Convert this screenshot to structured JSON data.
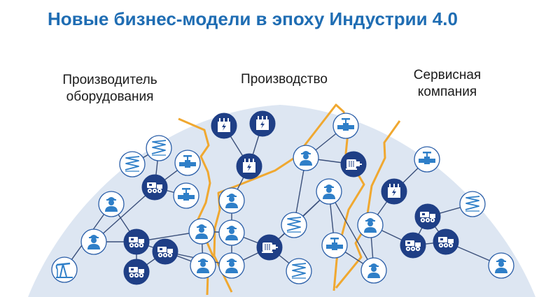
{
  "title": "Новые бизнес-модели в эпоху Индустрии 4.0",
  "headings": {
    "equipment_maker": [
      "Производитель",
      "оборудования"
    ],
    "production": [
      "Производство"
    ],
    "service_company": [
      "Сервисная",
      "компания"
    ]
  },
  "colors": {
    "title": "#1f6db3",
    "dome": "#dde6f2",
    "boundary": "#f0a830",
    "node_light_fill": "#ffffff",
    "node_dark_fill": "#1f3f86",
    "node_border": "#2a5ea8",
    "icon_blue": "#2f7fc8",
    "edge": "#3a4f7a"
  },
  "nodes": [
    {
      "id": "n1",
      "icon": "spring-icon",
      "style": "light"
    },
    {
      "id": "n2",
      "icon": "spring-icon",
      "style": "light"
    },
    {
      "id": "n3",
      "icon": "valve-icon",
      "style": "light"
    },
    {
      "id": "n4",
      "icon": "truck-icon",
      "style": "dark"
    },
    {
      "id": "n5",
      "icon": "valve-icon",
      "style": "light"
    },
    {
      "id": "n6",
      "icon": "worker-icon",
      "style": "light"
    },
    {
      "id": "n7",
      "icon": "worker-icon",
      "style": "light"
    },
    {
      "id": "n8",
      "icon": "truck-icon",
      "style": "dark"
    },
    {
      "id": "n9",
      "icon": "truck-icon",
      "style": "dark"
    },
    {
      "id": "n10",
      "icon": "worker-icon",
      "style": "light"
    },
    {
      "id": "n11",
      "icon": "truck-icon",
      "style": "dark"
    },
    {
      "id": "n12",
      "icon": "worker-icon",
      "style": "light"
    },
    {
      "id": "n13",
      "icon": "pump-jack-icon",
      "style": "light"
    },
    {
      "id": "n14",
      "icon": "transformer-icon",
      "style": "dark"
    },
    {
      "id": "n15",
      "icon": "transformer-icon",
      "style": "dark"
    },
    {
      "id": "n16",
      "icon": "transformer-icon",
      "style": "dark"
    },
    {
      "id": "n17",
      "icon": "worker-icon",
      "style": "light"
    },
    {
      "id": "n18",
      "icon": "worker-icon",
      "style": "light"
    },
    {
      "id": "n19",
      "icon": "worker-icon",
      "style": "light"
    },
    {
      "id": "n20",
      "icon": "motor-icon",
      "style": "dark"
    },
    {
      "id": "n21",
      "icon": "valve-icon",
      "style": "light"
    },
    {
      "id": "n22",
      "icon": "worker-icon",
      "style": "light"
    },
    {
      "id": "n23",
      "icon": "motor-icon",
      "style": "dark"
    },
    {
      "id": "n24",
      "icon": "worker-icon",
      "style": "light"
    },
    {
      "id": "n25",
      "icon": "spring-icon",
      "style": "light"
    },
    {
      "id": "n26",
      "icon": "valve-icon",
      "style": "light"
    },
    {
      "id": "n27",
      "icon": "spring-icon",
      "style": "light"
    },
    {
      "id": "n28",
      "icon": "worker-icon",
      "style": "light"
    },
    {
      "id": "n29",
      "icon": "worker-icon",
      "style": "light"
    },
    {
      "id": "n30",
      "icon": "valve-icon",
      "style": "light"
    },
    {
      "id": "n31",
      "icon": "transformer-icon",
      "style": "dark"
    },
    {
      "id": "n32",
      "icon": "truck-icon",
      "style": "dark"
    },
    {
      "id": "n33",
      "icon": "spring-icon",
      "style": "light"
    },
    {
      "id": "n34",
      "icon": "truck-icon",
      "style": "dark"
    },
    {
      "id": "n35",
      "icon": "truck-icon",
      "style": "dark"
    },
    {
      "id": "n36",
      "icon": "worker-icon",
      "style": "light"
    }
  ],
  "edges": [
    [
      "n13",
      "n6"
    ],
    [
      "n6",
      "n9"
    ],
    [
      "n7",
      "n9"
    ],
    [
      "n7",
      "n4"
    ],
    [
      "n4",
      "n1"
    ],
    [
      "n4",
      "n3"
    ],
    [
      "n4",
      "n5"
    ],
    [
      "n2",
      "n1"
    ],
    [
      "n9",
      "n8"
    ],
    [
      "n9",
      "n11"
    ],
    [
      "n9",
      "n10"
    ],
    [
      "n11",
      "n8"
    ],
    [
      "n8",
      "n12"
    ],
    [
      "n12",
      "n10"
    ],
    [
      "n10",
      "n18"
    ],
    [
      "n8",
      "n19"
    ],
    [
      "n14",
      "n16"
    ],
    [
      "n15",
      "n16"
    ],
    [
      "n16",
      "n17"
    ],
    [
      "n17",
      "n18"
    ],
    [
      "n18",
      "n19"
    ],
    [
      "n18",
      "n20"
    ],
    [
      "n19",
      "n20"
    ],
    [
      "n20",
      "n25"
    ],
    [
      "n20",
      "n27"
    ],
    [
      "n20",
      "n24"
    ],
    [
      "n25",
      "n22"
    ],
    [
      "n22",
      "n21"
    ],
    [
      "n22",
      "n23"
    ],
    [
      "n25",
      "n24"
    ],
    [
      "n24",
      "n26"
    ],
    [
      "n24",
      "n28"
    ],
    [
      "n26",
      "n28"
    ],
    [
      "n28",
      "n29"
    ],
    [
      "n29",
      "n31"
    ],
    [
      "n30",
      "n31"
    ],
    [
      "n29",
      "n35"
    ],
    [
      "n35",
      "n34"
    ],
    [
      "n34",
      "n32"
    ],
    [
      "n32",
      "n33"
    ],
    [
      "n34",
      "n36"
    ],
    [
      "n35",
      "n32"
    ]
  ]
}
